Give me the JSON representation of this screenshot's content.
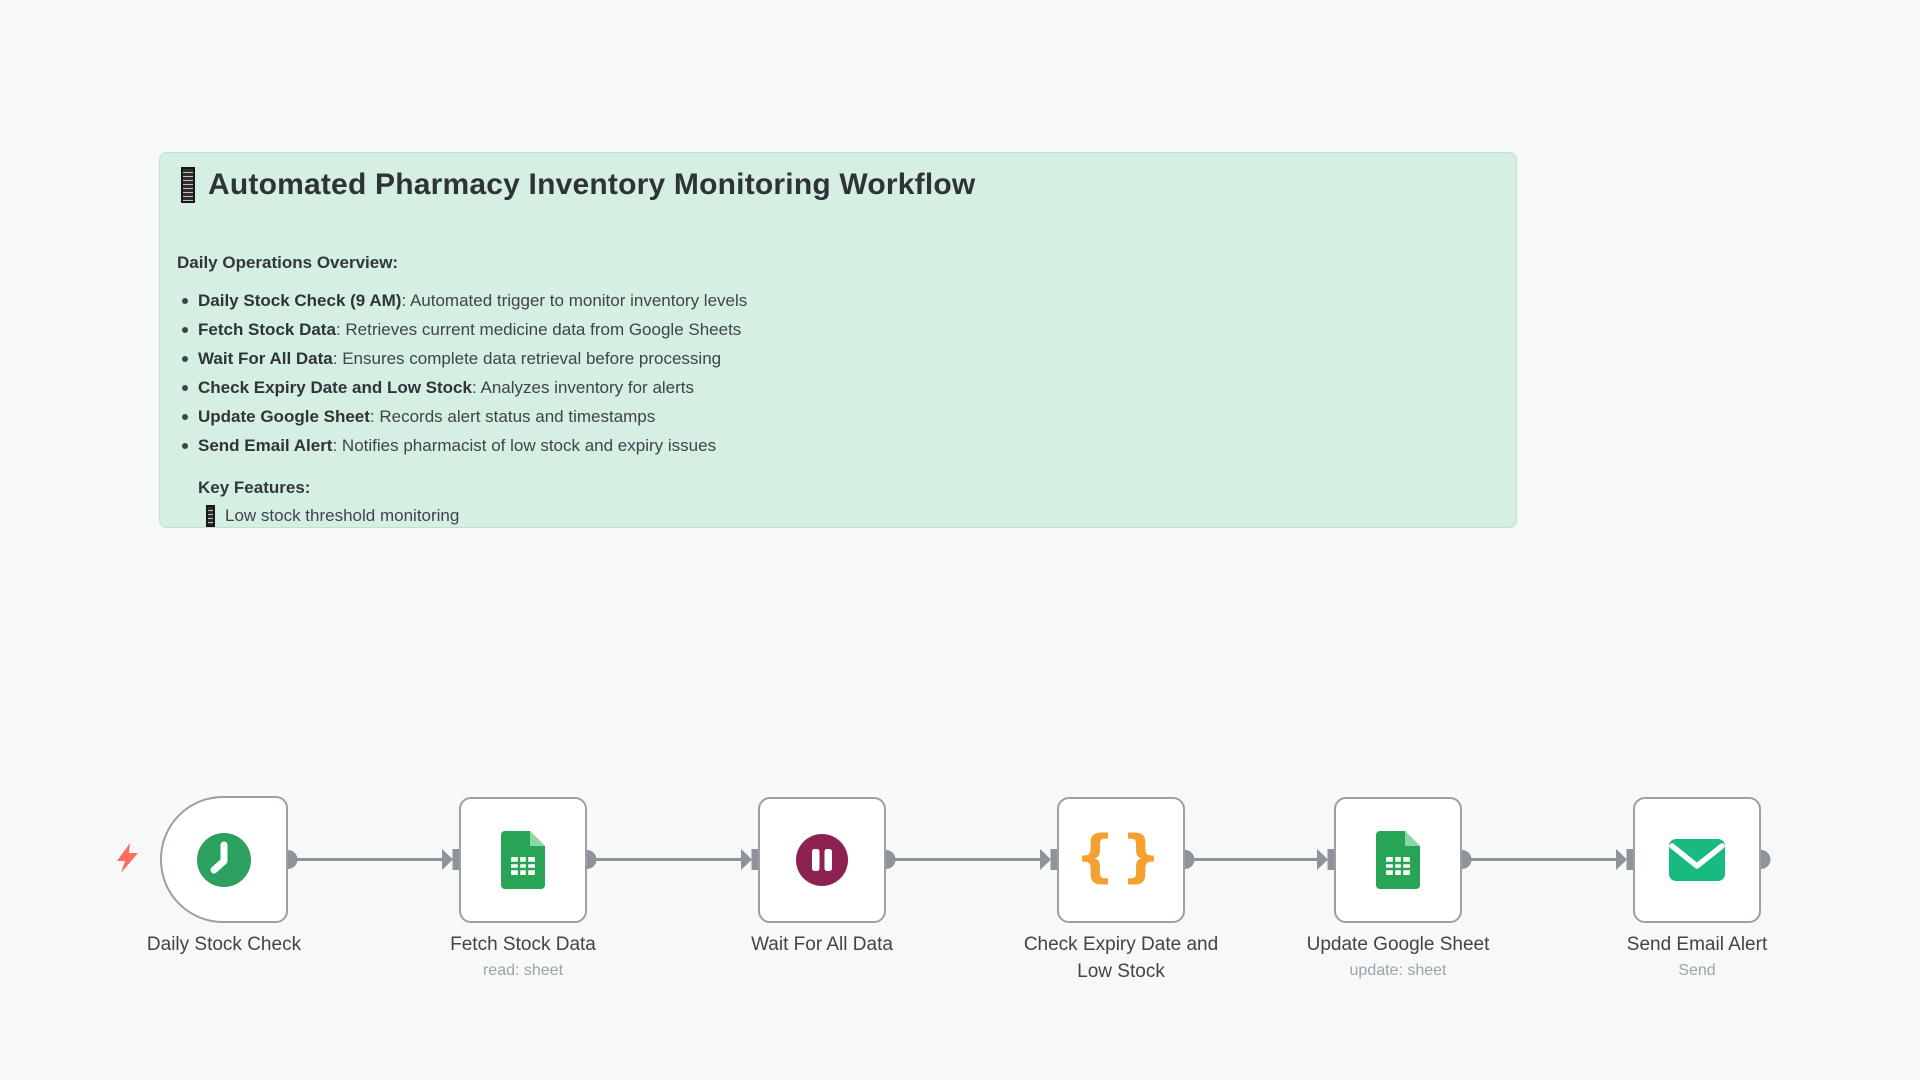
{
  "canvas": {
    "background": "#f7f8f8"
  },
  "sticky_note": {
    "title": "Automated Pharmacy Inventory Monitoring Workflow",
    "title_icon": "missing-glyph-box",
    "section_heading": "Daily Operations Overview:",
    "bullets": [
      {
        "bold": "Daily Stock Check (9 AM)",
        "text": ": Automated trigger to monitor inventory levels"
      },
      {
        "bold": "Fetch Stock Data",
        "text": ": Retrieves current medicine data from Google Sheets"
      },
      {
        "bold": "Wait For All Data",
        "text": ": Ensures complete data retrieval before processing"
      },
      {
        "bold": "Check Expiry Date and Low Stock",
        "text": ": Analyzes inventory for alerts"
      },
      {
        "bold": "Update Google Sheet",
        "text": ": Records alert status and timestamps"
      },
      {
        "bold": "Send Email Alert",
        "text": ": Notifies pharmacist of low stock and expiry issues"
      }
    ],
    "features_heading": "Key Features:",
    "features": [
      {
        "icon": "missing-glyph-box",
        "text": "Low stock threshold monitoring"
      },
      {
        "icon": "missing-glyph-box",
        "text": ""
      }
    ],
    "colors": {
      "background": "#d5efe2",
      "border": "#bfe2cf",
      "text": "#3e444b"
    }
  },
  "nodes": [
    {
      "label": "Daily Stock Check",
      "subtitle": "",
      "icon": "clock-schedule-trigger-icon",
      "type": "trigger",
      "icon_color": "#2ba05f"
    },
    {
      "label": "Fetch Stock Data",
      "subtitle": "read: sheet",
      "icon": "google-sheets-icon",
      "type": "action",
      "icon_color": "#28a457"
    },
    {
      "label": "Wait For All Data",
      "subtitle": "",
      "icon": "pause-wait-icon",
      "type": "action",
      "icon_color": "#8d2150"
    },
    {
      "label": "Check Expiry Date and Low Stock",
      "subtitle": "",
      "icon": "code-braces-icon",
      "type": "action",
      "icon_color": "#f6a12f"
    },
    {
      "label": "Update Google Sheet",
      "subtitle": "update: sheet",
      "icon": "google-sheets-icon",
      "type": "action",
      "icon_color": "#28a457"
    },
    {
      "label": "Send Email Alert",
      "subtitle": "Send",
      "icon": "email-envelope-icon",
      "type": "action",
      "icon_color": "#18bb7f"
    }
  ],
  "icons": {
    "code_glyph": "{}",
    "trigger_bolt_color": "#ff6e5c"
  },
  "connector_color": "#8f949b"
}
